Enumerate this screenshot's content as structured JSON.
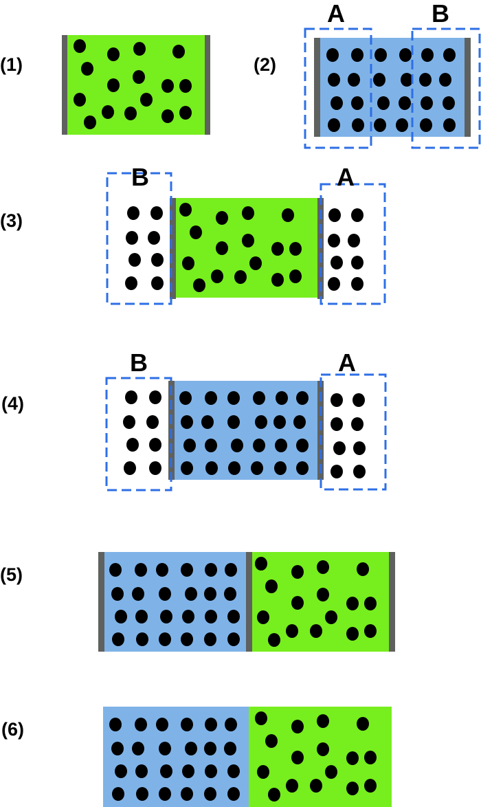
{
  "diagram": {
    "steps": [
      {
        "label": "(1)",
        "composition": [
          "green-region"
        ],
        "walls": "both ends",
        "boxes": []
      },
      {
        "label": "(2)",
        "composition": [
          "blue-region"
        ],
        "walls": "both ends",
        "boxes": [
          "A",
          "B"
        ]
      },
      {
        "label": "(3)",
        "composition": [
          "green-region"
        ],
        "walls": "both ends",
        "boxes": [
          "B",
          "A"
        ]
      },
      {
        "label": "(4)",
        "composition": [
          "blue-region"
        ],
        "walls": "both ends",
        "boxes": [
          "B",
          "A"
        ]
      },
      {
        "label": "(5)",
        "composition": [
          "blue-region",
          "green-region"
        ],
        "walls": "ends and middle",
        "boxes": []
      },
      {
        "label": "(6)",
        "composition": [
          "blue-region",
          "green-region"
        ],
        "walls": "none",
        "boxes": []
      }
    ],
    "colors": {
      "green_region": "#77ee1e",
      "blue_region": "#7fb3e8",
      "wall": "#5f615f",
      "particle": "#000000",
      "dashed_box": "#2e6fe6"
    }
  }
}
